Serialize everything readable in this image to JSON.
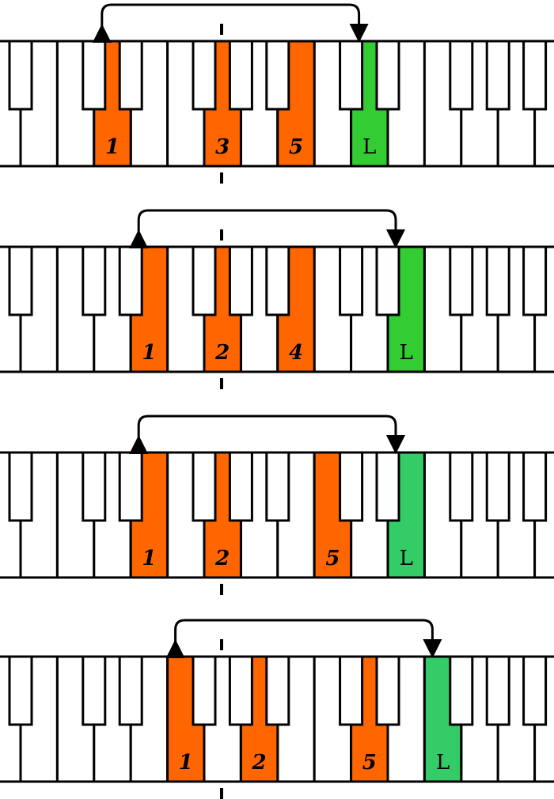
{
  "colors": {
    "finger": "#ff6600",
    "lead_strong": "#33cc33",
    "lead_soft": "#33cc66",
    "outline": "#000000",
    "white_key": "#ffffff"
  },
  "rows": [
    {
      "highlights": [
        {
          "key": 2,
          "label": "1",
          "role": "finger"
        },
        {
          "key": 5,
          "label": "3",
          "role": "finger"
        },
        {
          "key": 7,
          "label": "5",
          "role": "finger"
        },
        {
          "key": 9,
          "label": "L",
          "role": "lead",
          "color": "#33cc33"
        }
      ],
      "arrow": {
        "from_key": 2,
        "to_key": 9
      },
      "marker": "top"
    },
    {
      "highlights": [
        {
          "key": 3,
          "label": "1",
          "role": "finger"
        },
        {
          "key": 5,
          "label": "2",
          "role": "finger"
        },
        {
          "key": 7,
          "label": "4",
          "role": "finger"
        },
        {
          "key": 10,
          "label": "L",
          "role": "lead",
          "color": "#33cc33"
        }
      ],
      "arrow": {
        "from_key": 3,
        "to_key": 10
      },
      "marker": "both"
    },
    {
      "highlights": [
        {
          "key": 3,
          "label": "1",
          "role": "finger"
        },
        {
          "key": 5,
          "label": "2",
          "role": "finger"
        },
        {
          "key": 8,
          "label": "5",
          "role": "finger"
        },
        {
          "key": 10,
          "label": "L",
          "role": "lead",
          "color": "#33cc66"
        }
      ],
      "arrow": {
        "from_key": 3,
        "to_key": 10
      },
      "marker": "bottom"
    },
    {
      "highlights": [
        {
          "key": 4,
          "label": "1",
          "role": "finger"
        },
        {
          "key": 6,
          "label": "2",
          "role": "finger"
        },
        {
          "key": 9,
          "label": "5",
          "role": "finger"
        },
        {
          "key": 11,
          "label": "L",
          "role": "lead",
          "color": "#33cc66"
        }
      ],
      "arrow": {
        "from_key": 4,
        "to_key": 11
      },
      "marker": "both"
    }
  ]
}
